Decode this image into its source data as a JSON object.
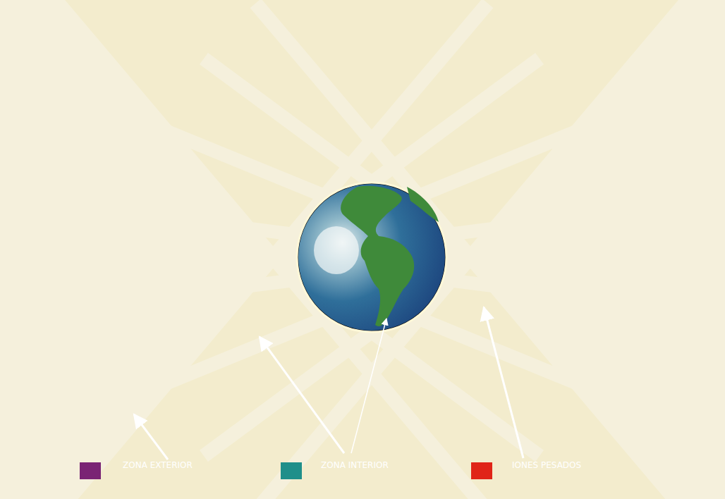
{
  "diagram": {
    "legend": [
      {
        "text": "ZONA EXTERIOR",
        "color": "#7a2474"
      },
      {
        "text": "ZONA INTERIOR",
        "color": "#1f8f8a"
      },
      {
        "text": "IONES PESADOS",
        "color": "#e02418"
      }
    ]
  }
}
